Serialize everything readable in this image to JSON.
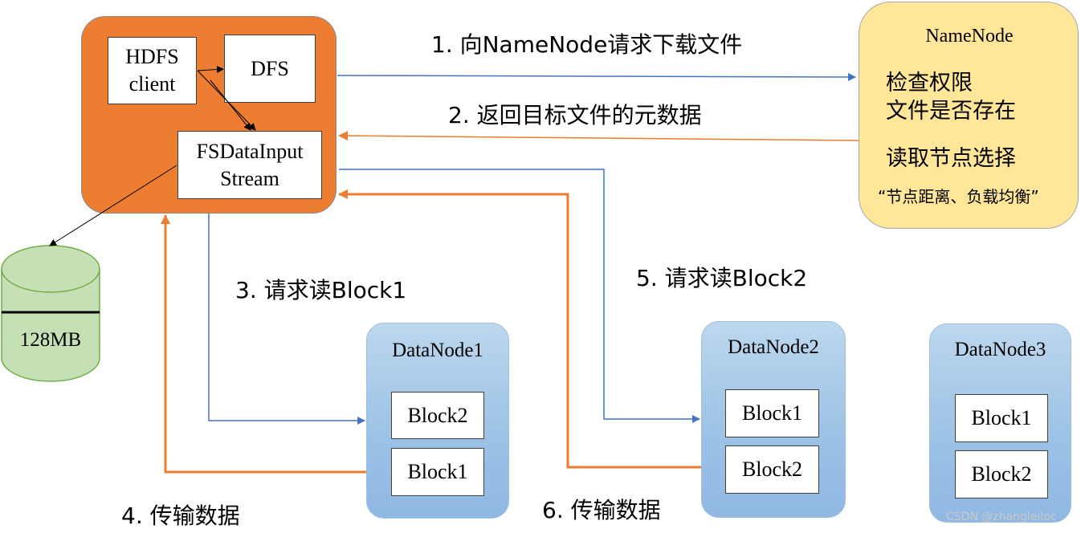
{
  "client": {
    "hdfs_client": "HDFS client",
    "dfs": "DFS",
    "fsdatainputstream": "FSDataInput Stream"
  },
  "disk": {
    "label": "128MB"
  },
  "namenode": {
    "title": "NameNode",
    "line1": "检查权限",
    "line2": "文件是否存在",
    "line3": "读取节点选择",
    "line4": "“节点距离、负载均衡”"
  },
  "steps": {
    "s1": "1. 向NameNode请求下载文件",
    "s2": "2. 返回目标文件的元数据",
    "s3": "3. 请求读Block1",
    "s4": "4. 传输数据",
    "s5": "5. 请求读Block2",
    "s6": "6. 传输数据"
  },
  "datanodes": [
    {
      "title": "DataNode1",
      "blocks": [
        "Block2",
        "Block1"
      ]
    },
    {
      "title": "DataNode2",
      "blocks": [
        "Block1",
        "Block2"
      ]
    },
    {
      "title": "DataNode3",
      "blocks": [
        "Block1",
        "Block2"
      ]
    }
  ],
  "watermark": "CSDN @zhangleiloc",
  "colors": {
    "orange": "#ed7d31",
    "blue": "#4472c4",
    "yellow": "#ffe699",
    "green": "#c5e0b4"
  }
}
